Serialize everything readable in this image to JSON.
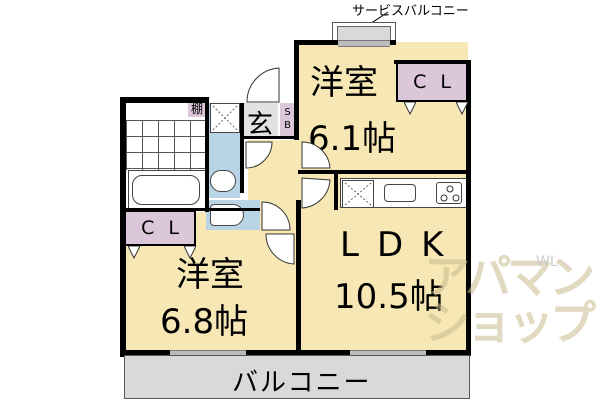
{
  "labels": {
    "service_balcony": "サービスバルコニー",
    "balcony": "バルコニー",
    "entrance": "玄",
    "shelf": "棚",
    "shoe_box": "S\nB",
    "shoe_box_s": "S",
    "shoe_box_b": "B"
  },
  "rooms": {
    "western_top": {
      "name": "洋室",
      "size": "6.1帖",
      "closet": "CL"
    },
    "western_bottom": {
      "name": "洋室",
      "size": "6.8帖",
      "closet": "CL"
    },
    "ldk": {
      "name": "LDK",
      "size": "10.5帖"
    }
  },
  "watermark": {
    "line1": "アパマン",
    "line2": "ショップ",
    "small": "WL"
  },
  "colors": {
    "floor": "#f7e7b4",
    "wet_area": "#b9d4e4",
    "closet": "#dcc7da",
    "balcony": "#d9d9d9",
    "wall": "#000000"
  }
}
